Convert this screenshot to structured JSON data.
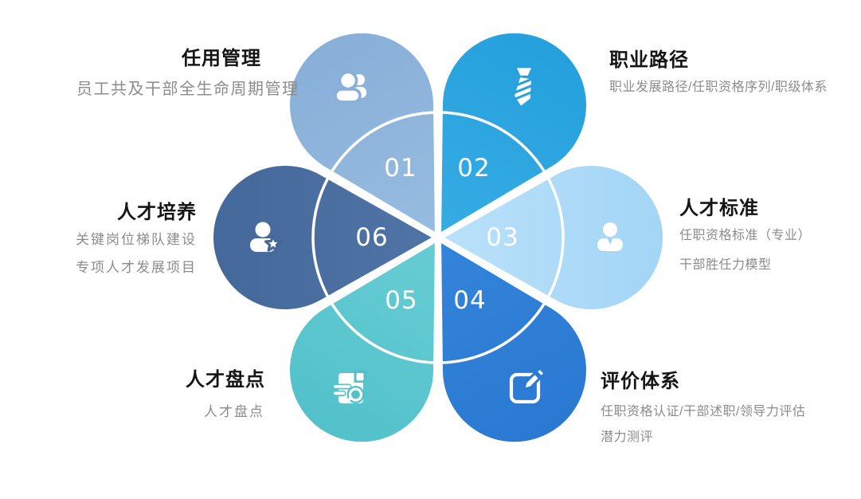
{
  "ring": {
    "radius": 157,
    "color": "#ffffff"
  },
  "petals": [
    {
      "number": "01",
      "title": "任用管理",
      "desc": [
        "员工共及干部全生命周期管理"
      ],
      "color_base": "#88AFD8",
      "color_tip": "#97BCE0",
      "icon": "users-icon"
    },
    {
      "number": "02",
      "title": "职业路径",
      "desc": [
        "职业发展路径/任职资格序列/职级体系"
      ],
      "color_base": "#25A0DD",
      "color_tip": "#36ACE3",
      "icon": "tie-icon"
    },
    {
      "number": "03",
      "title": "人才标准",
      "desc": [
        "任职资格标准（专业）",
        "干部胜任力模型"
      ],
      "color_base": "#A3D5F6",
      "color_tip": "#BAE1FA",
      "icon": "person-icon"
    },
    {
      "number": "04",
      "title": "评价体系",
      "desc": [
        "任职资格认证/干部述职/领导力评估",
        "潜力测评"
      ],
      "color_base": "#2A79D2",
      "color_tip": "#3384DA",
      "icon": "edit-icon"
    },
    {
      "number": "05",
      "title": "人才盘点",
      "desc": [
        "人才盘点"
      ],
      "color_base": "#52C1CA",
      "color_tip": "#68CDD4",
      "icon": "doc-search-icon"
    },
    {
      "number": "06",
      "title": "人才培养",
      "desc": [
        "关键岗位梯队建设",
        "专项人才发展项目"
      ],
      "color_base": "#45689A",
      "color_tip": "#4F74A5",
      "icon": "user-star-icon"
    }
  ]
}
